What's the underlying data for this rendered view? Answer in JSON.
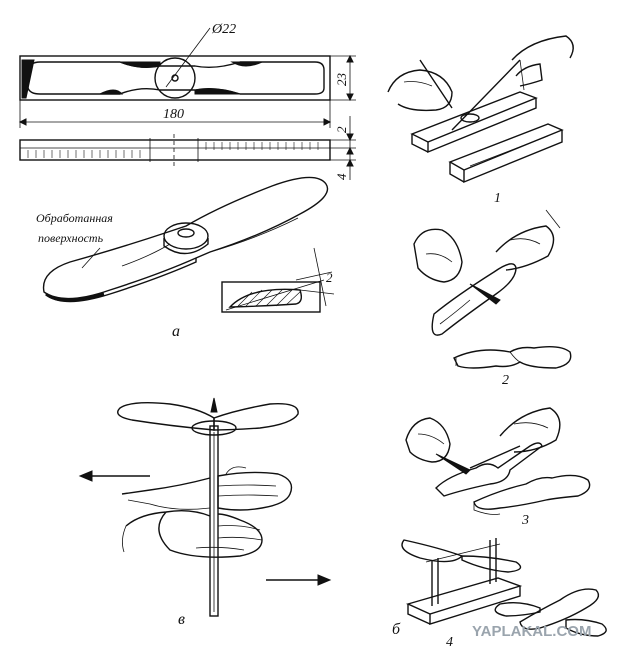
{
  "dimensions": {
    "diameter": "Ø22",
    "height": "23",
    "length": "180",
    "thickness_a": "2",
    "thickness_b": "4",
    "section_angle": "2"
  },
  "labels": {
    "surface_line1": "Обработанная",
    "surface_line2": "поверхность",
    "panel_a": "а",
    "panel_b": "б",
    "panel_v": "в",
    "step1": "1",
    "step2": "2",
    "step3": "3",
    "step4": "4"
  },
  "watermark": "YAPLAKAL.COM",
  "icons": {
    "arrow_left": "arrow-left-icon",
    "arrow_right": "arrow-right-icon"
  }
}
